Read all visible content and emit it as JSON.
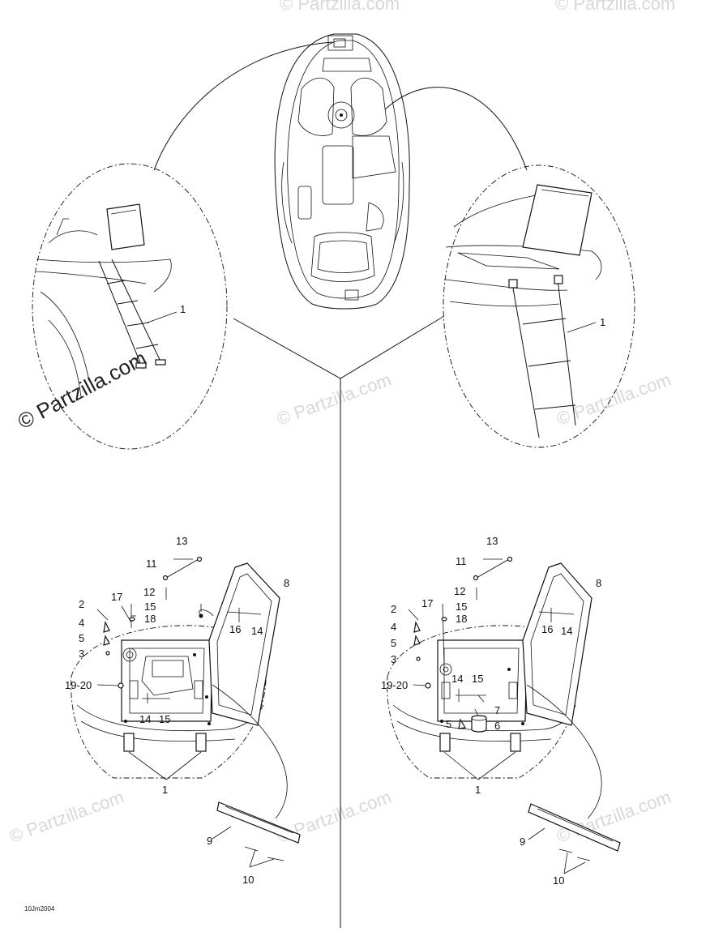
{
  "watermark": {
    "brand_text": "© Partzilla.com"
  },
  "drawing_code": "10Jm2004",
  "callouts": {
    "c1": "1",
    "c2": "2",
    "c3": "3",
    "c4": "4",
    "c5": "5",
    "c6": "6",
    "c7": "7",
    "c8": "8",
    "c9": "9",
    "c10": "10",
    "c11": "11",
    "c12": "12",
    "c13": "13",
    "c14": "14",
    "c15": "15",
    "c16": "16",
    "c17": "17",
    "c18": "18",
    "c19_20": "19-20"
  }
}
